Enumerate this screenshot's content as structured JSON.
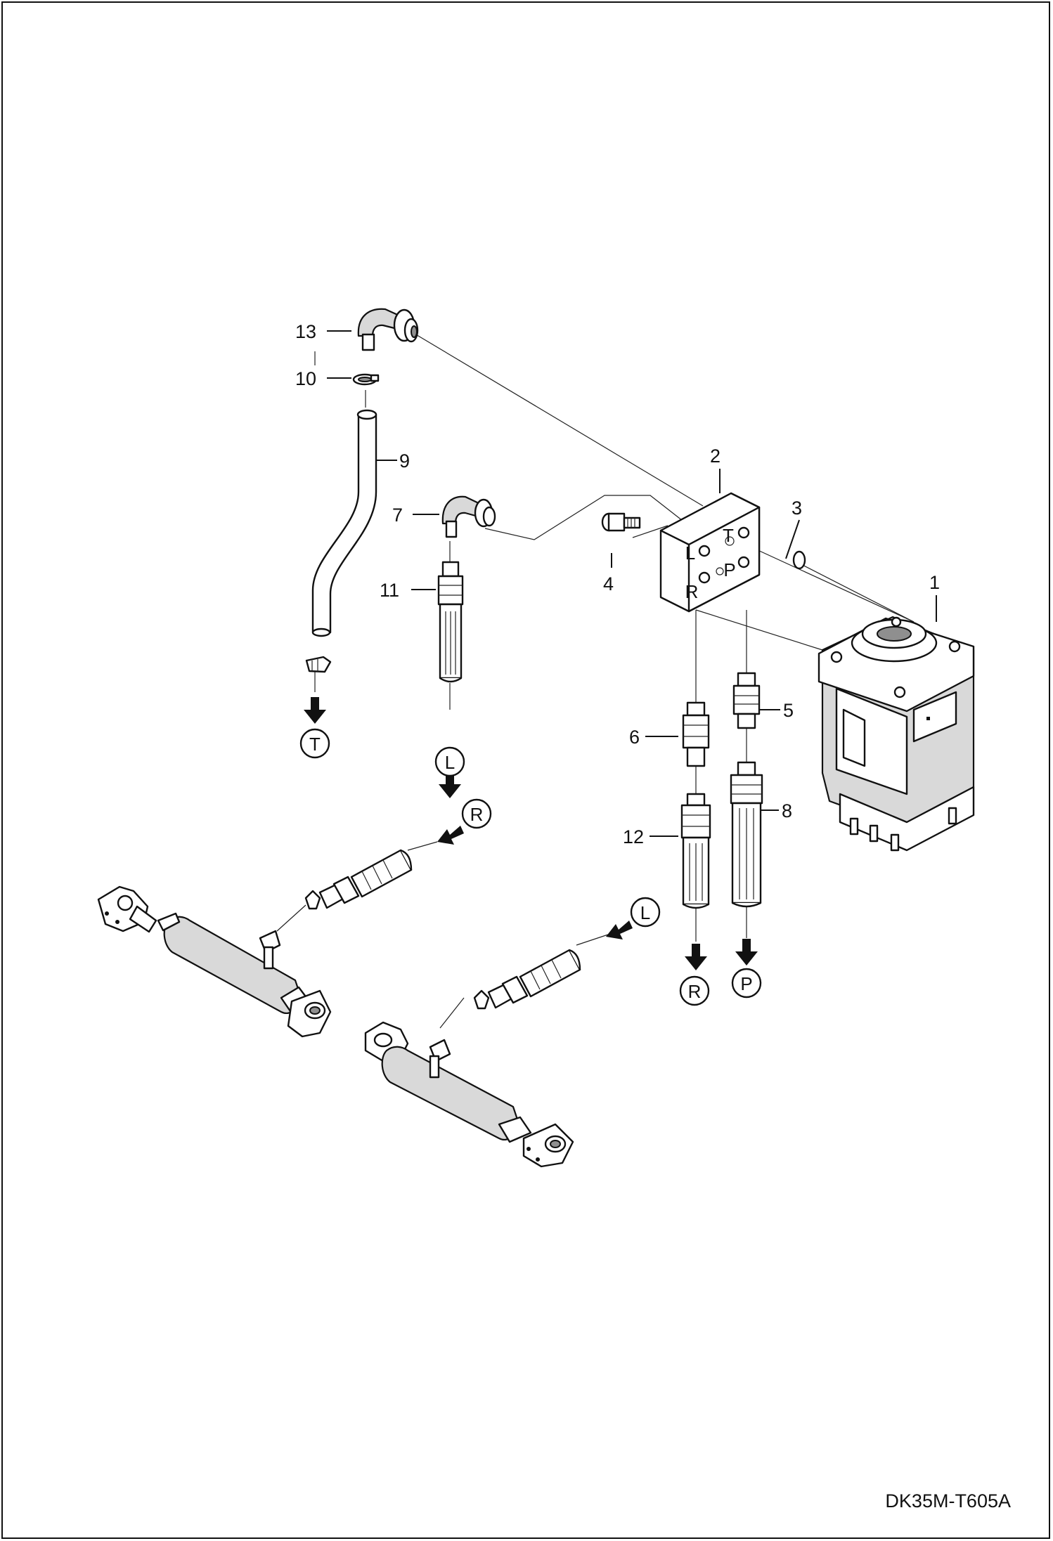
{
  "drawing_code": "DK35M-T605A",
  "callouts": [
    "1",
    "2",
    "3",
    "4",
    "5",
    "6",
    "7",
    "8",
    "9",
    "10",
    "11",
    "12",
    "13"
  ],
  "block_port_labels": {
    "L": "L",
    "T": "T",
    "R": "R",
    "P": "P"
  },
  "connection_markers": {
    "t_bottom": "T",
    "l_bottom": "L",
    "r_bottom": "R",
    "p_bottom": "P",
    "r_cylinder": "R",
    "l_cylinder": "L"
  }
}
